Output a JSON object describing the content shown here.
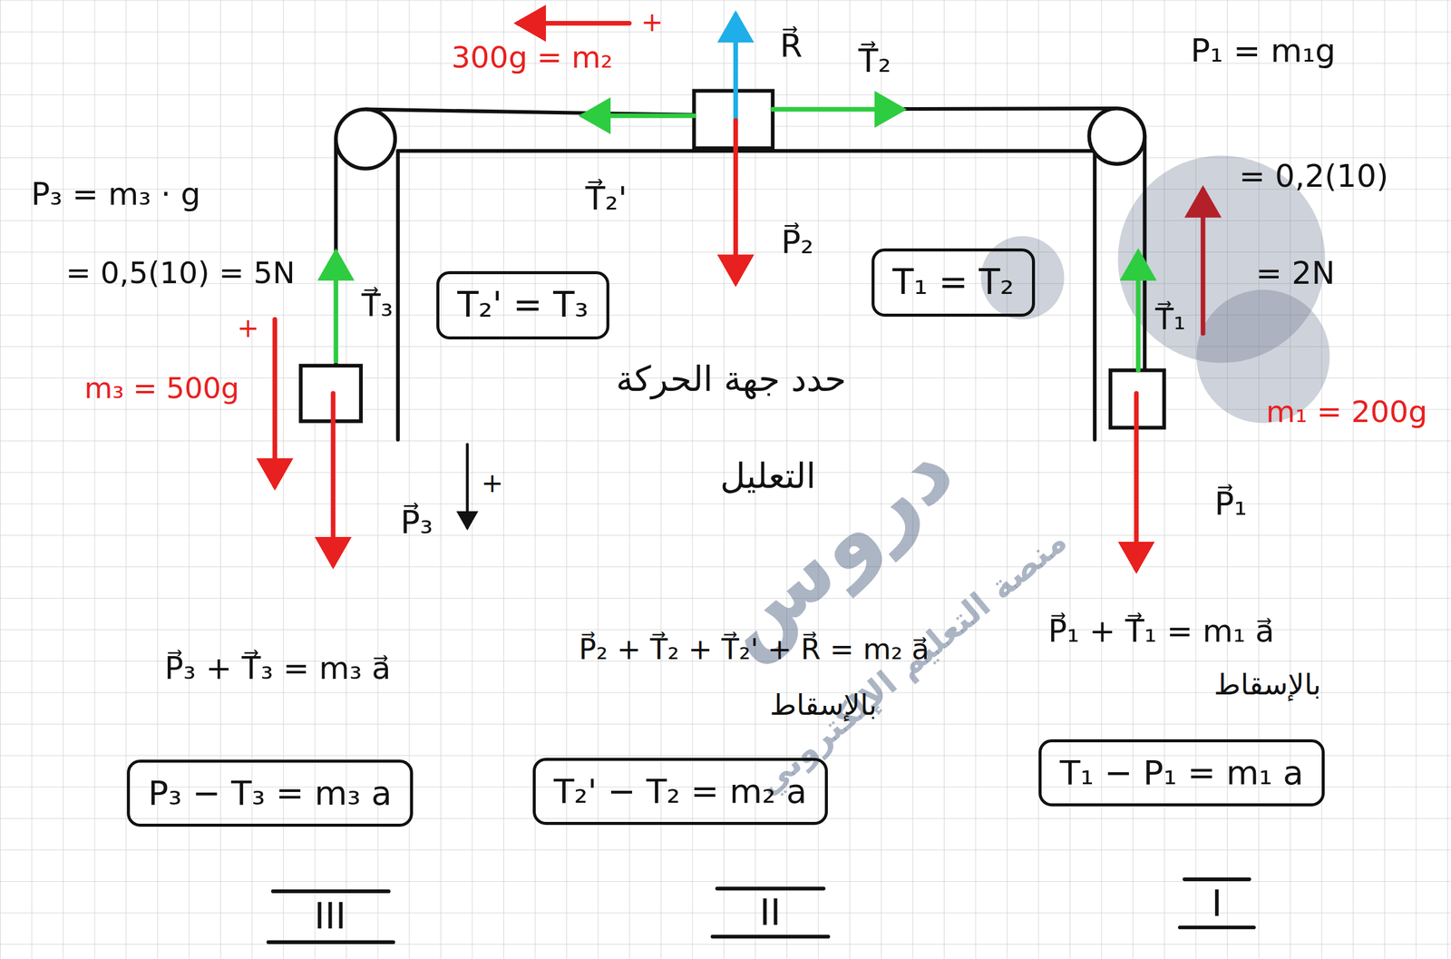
{
  "diagram": {
    "nodes": [
      {
        "text": [
          "T₂' = T₃"
        ]
      },
      {
        "text": [
          "T₁ = T₂"
        ]
      },
      {
        "text": [
          "P₃ − T₃ = m₃ a"
        ]
      },
      {
        "text": [
          "T₂' − T₂ = m₂ a"
        ]
      },
      {
        "text": [
          "T₁ − P₁ = m₁ a"
        ]
      }
    ],
    "labels": [
      "+",
      "300g = m₂",
      "R⃗",
      "T⃗₂",
      "P₁ = m₁g",
      "P₃ = m₃ · g",
      "T⃗₂'",
      "= 0,2(10)",
      "P⃗₂",
      "= 0,5(10) = 5N",
      "= 2N",
      "T⃗₃",
      "T⃗₁",
      "+",
      "m₃ = 500g",
      "حدد جهة الحركة",
      "m₁ = 200g",
      "التعليل",
      "+",
      "P⃗₁",
      "P⃗₃",
      "P⃗₃ + T⃗₃ = m₃ a⃗",
      "P⃗₂ + T⃗₂ + T⃗₂' + R⃗ = m₂ a⃗",
      "P⃗₁ + T⃗₁ = m₁ a⃗",
      "بالإسقاط",
      "بالإسقاط",
      "III",
      "II",
      "I",
      "دروس",
      "منصة التعليم الإلكتروني"
    ]
  }
}
